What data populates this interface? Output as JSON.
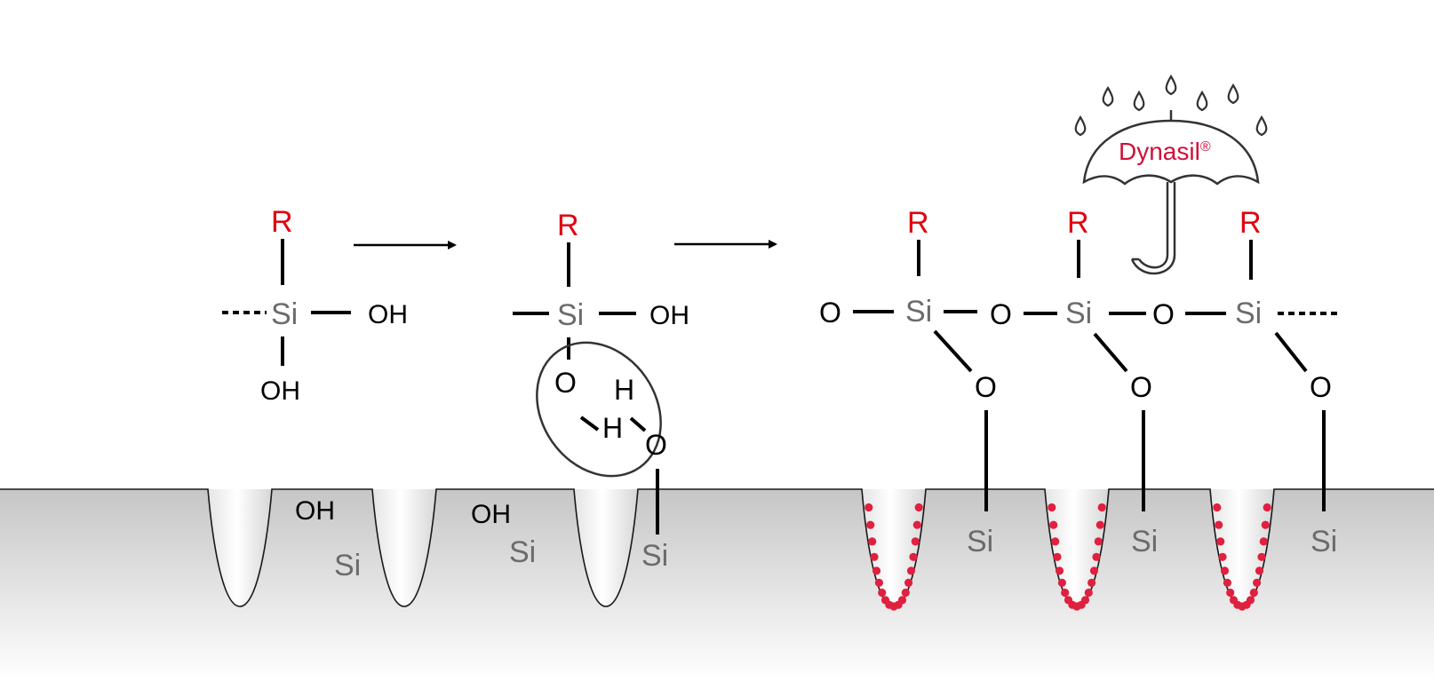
{
  "labels": {
    "r": "R",
    "si": "Si",
    "oh": "OH",
    "o": "O",
    "h": "H",
    "brand": "Dynasil",
    "brand_mark": "®"
  },
  "colors": {
    "r_group": "#e0000f",
    "silicon": "#6b6b6b",
    "brand": "#d0103a",
    "pore_dots": "#e0203f",
    "substrate_top": "#c8c8c8",
    "substrate_bottom": "#ffffff"
  },
  "icons": [
    "umbrella-icon",
    "raindrop-icon",
    "right-arrow-icon"
  ]
}
